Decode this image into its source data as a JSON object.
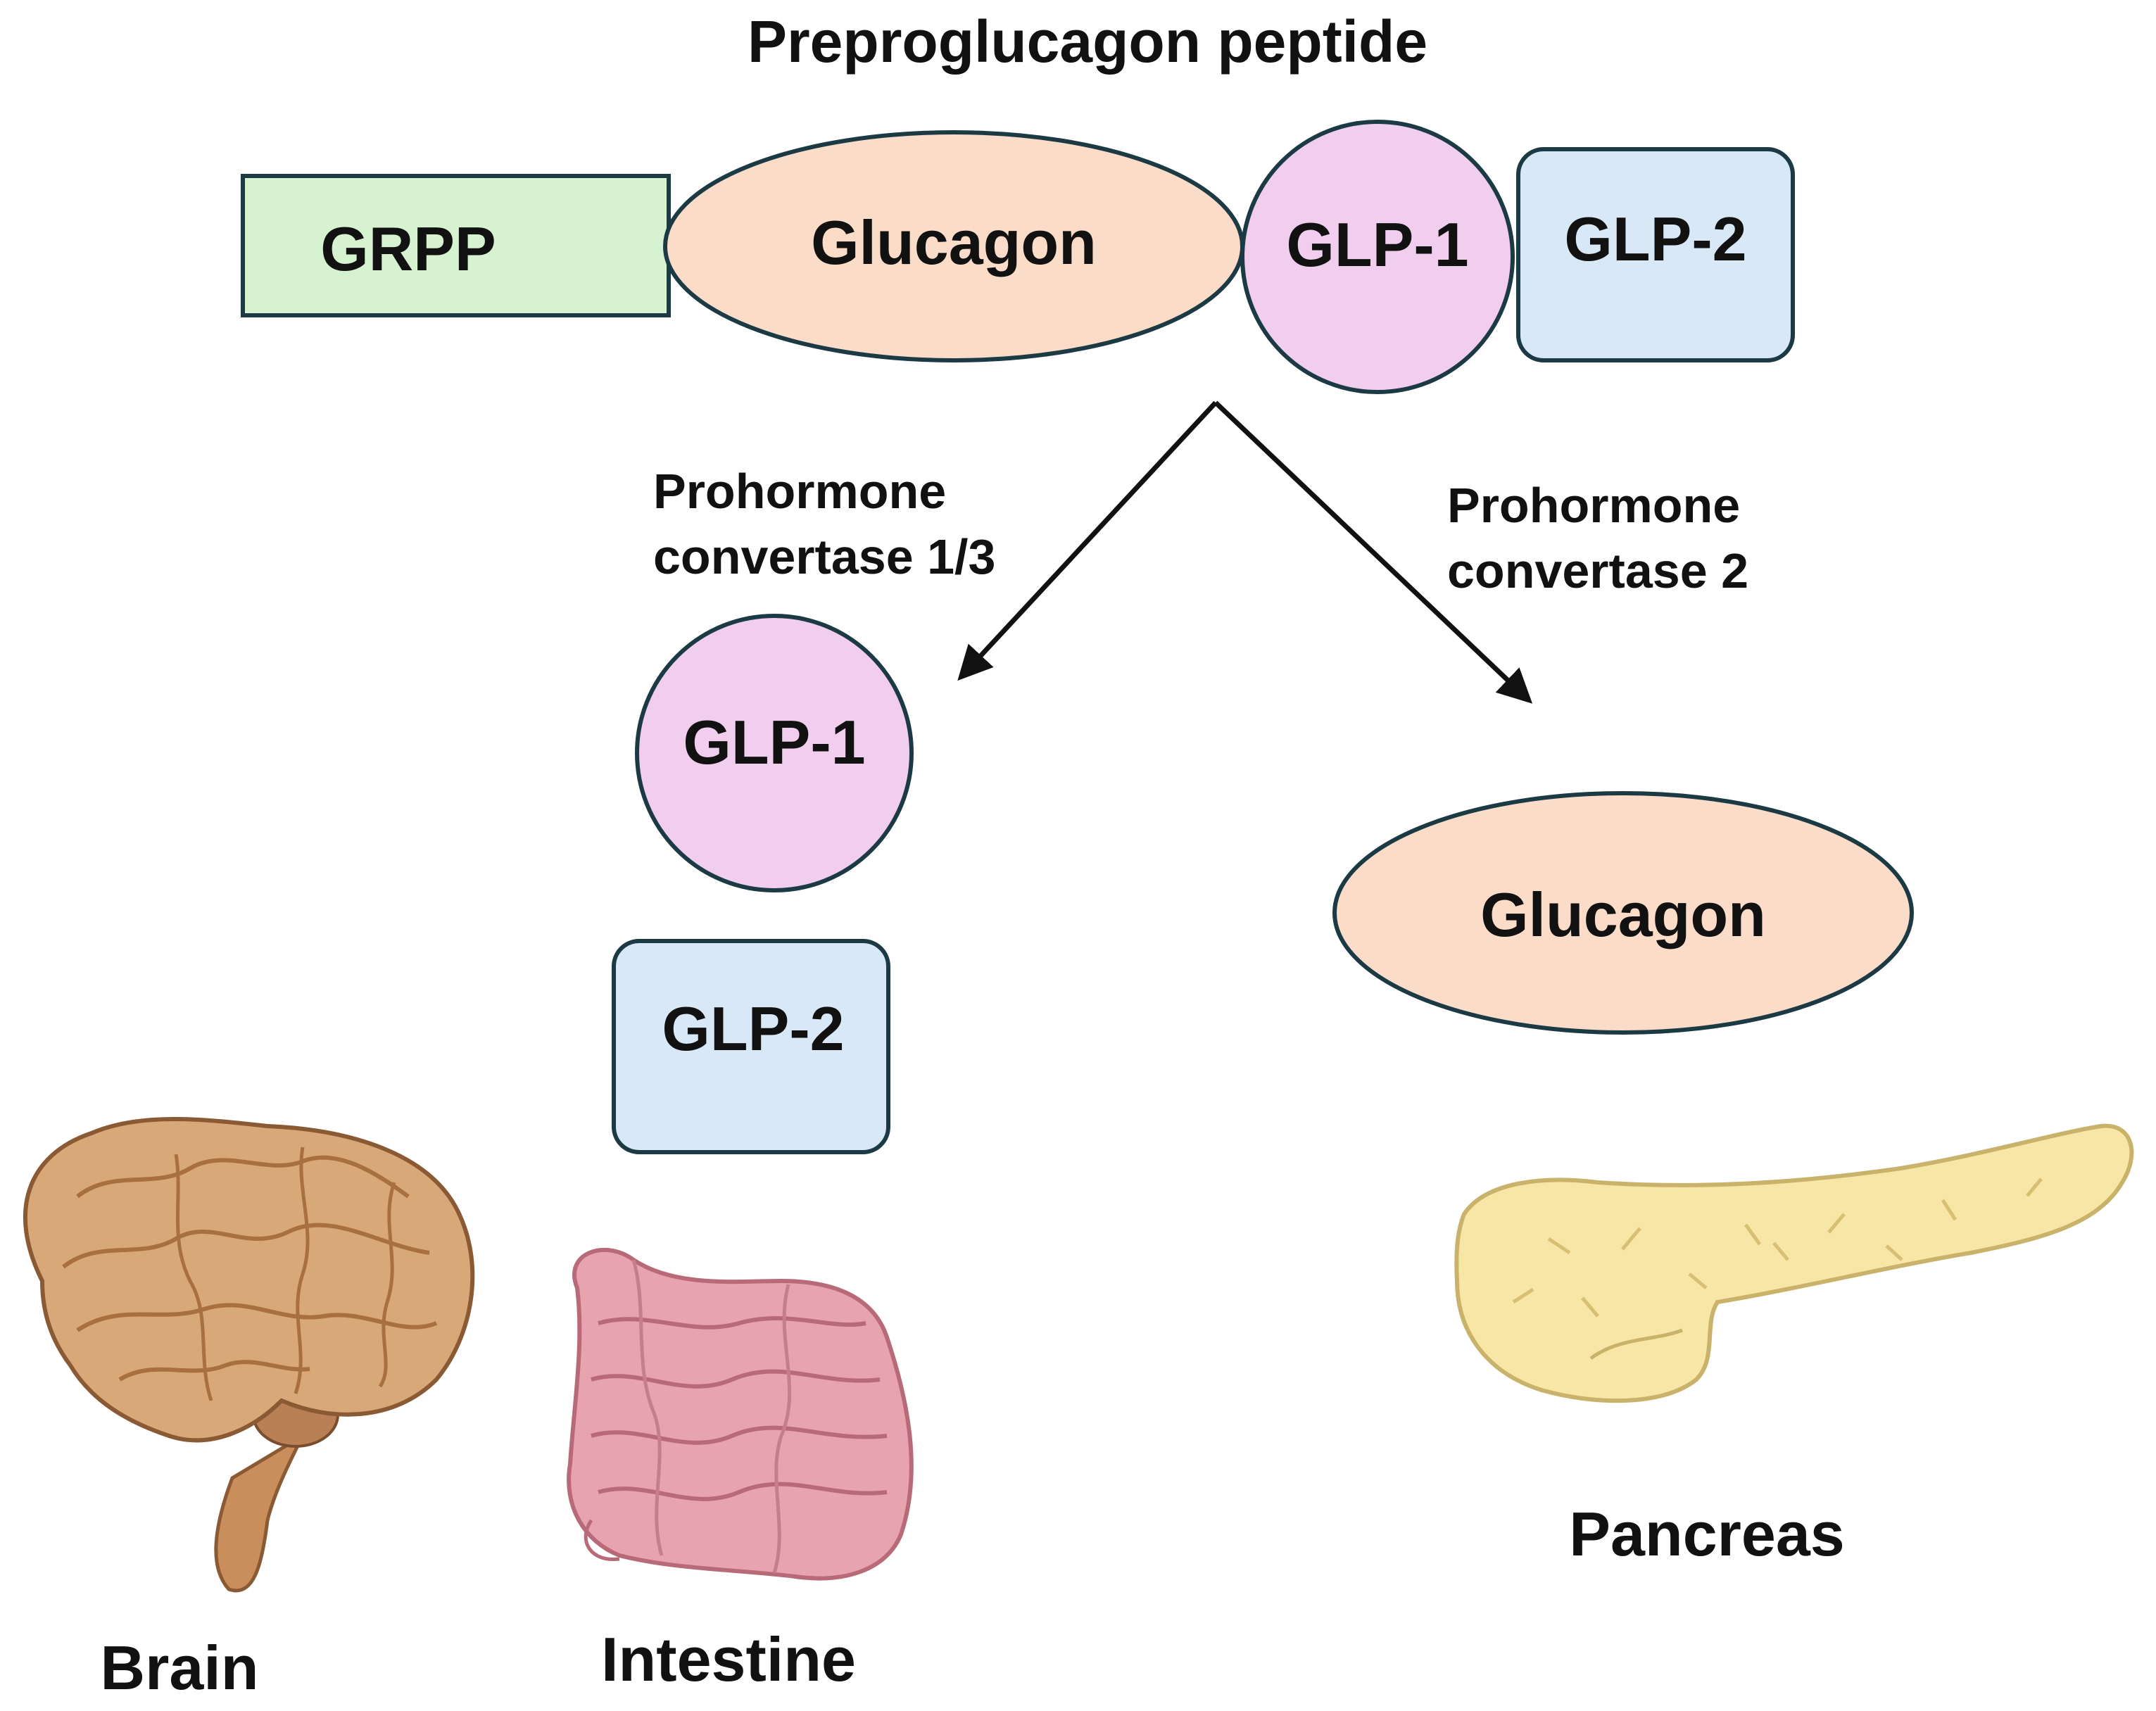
{
  "title": "Preproglucagon peptide",
  "peptide": {
    "grpp": "GRPP",
    "glucagon": "Glucagon",
    "glp1": "GLP-1",
    "glp2": "GLP-2"
  },
  "enzymes": {
    "left": {
      "line1": "Prohormone",
      "line2": "convertase 1/3"
    },
    "right": {
      "line1": "Prohormone",
      "line2": "convertase 2"
    }
  },
  "products": {
    "glp1": "GLP-1",
    "glp2": "GLP-2",
    "glucagon": "Glucagon"
  },
  "organs": {
    "brain": "Brain",
    "intestine": "Intestine",
    "pancreas": "Pancreas"
  },
  "colors": {
    "grpp": "#d6f2d0",
    "glucagon": "#fbdcc8",
    "glp1": "#f1cdee",
    "glp2": "#d9e8f6",
    "outline": "#1c3a44",
    "brain": "#d9a878",
    "intestine": "#e8a4ae",
    "pancreas": "#f7e6a6"
  }
}
